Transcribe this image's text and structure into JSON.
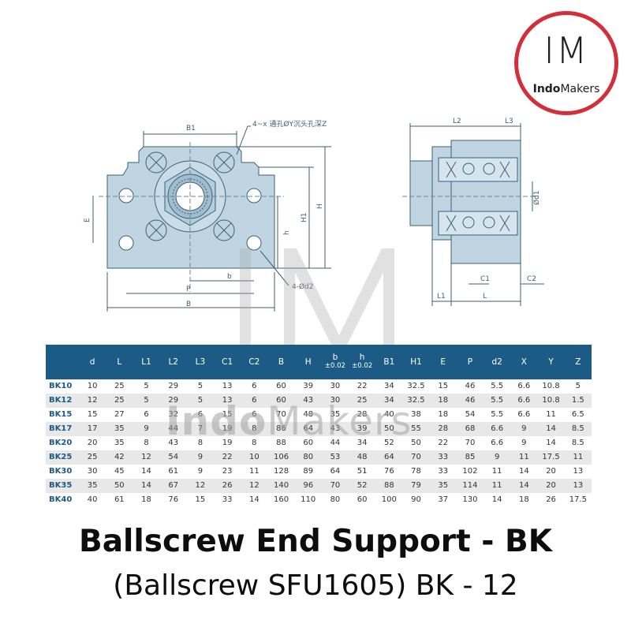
{
  "logo": {
    "mark": "IM",
    "word_bold": "Indo",
    "word_rest": "Makers"
  },
  "watermark": {
    "mark": "IM",
    "word_bold": "Indo",
    "word_rest": "Makers"
  },
  "drawing": {
    "front_labels": {
      "b1": "B1",
      "note": "4~x 通孔ØY沉头孔深Z",
      "e": "E",
      "h1": "H1",
      "h": "H",
      "h_small": "h",
      "b_small": "b",
      "p": "P",
      "b": "B",
      "d2": "4-Ød2"
    },
    "side_labels": {
      "l2": "L2",
      "l3": "L3",
      "d1": "Ød1",
      "c1": "C1",
      "c2": "C2",
      "l1": "L1",
      "l": "L"
    }
  },
  "table": {
    "headers": [
      {
        "main": "d",
        "sub": ""
      },
      {
        "main": "L",
        "sub": ""
      },
      {
        "main": "L1",
        "sub": ""
      },
      {
        "main": "L2",
        "sub": ""
      },
      {
        "main": "L3",
        "sub": ""
      },
      {
        "main": "C1",
        "sub": ""
      },
      {
        "main": "C2",
        "sub": ""
      },
      {
        "main": "B",
        "sub": ""
      },
      {
        "main": "H",
        "sub": ""
      },
      {
        "main": "b",
        "sub": "±0.02"
      },
      {
        "main": "h",
        "sub": "±0.02"
      },
      {
        "main": "B1",
        "sub": ""
      },
      {
        "main": "H1",
        "sub": ""
      },
      {
        "main": "E",
        "sub": ""
      },
      {
        "main": "P",
        "sub": ""
      },
      {
        "main": "d2",
        "sub": ""
      },
      {
        "main": "X",
        "sub": ""
      },
      {
        "main": "Y",
        "sub": ""
      },
      {
        "main": "Z",
        "sub": ""
      }
    ],
    "rows": [
      [
        "BK10",
        "10",
        "25",
        "5",
        "29",
        "5",
        "13",
        "6",
        "60",
        "39",
        "30",
        "22",
        "34",
        "32.5",
        "15",
        "46",
        "5.5",
        "6.6",
        "10.8",
        "5"
      ],
      [
        "BK12",
        "12",
        "25",
        "5",
        "29",
        "5",
        "13",
        "6",
        "60",
        "43",
        "30",
        "25",
        "34",
        "32.5",
        "18",
        "46",
        "5.5",
        "6.6",
        "10.8",
        "1.5"
      ],
      [
        "BK15",
        "15",
        "27",
        "6",
        "32",
        "6",
        "15",
        "6",
        "70",
        "48",
        "35",
        "28",
        "40",
        "38",
        "18",
        "54",
        "5.5",
        "6.6",
        "11",
        "6.5"
      ],
      [
        "BK17",
        "17",
        "35",
        "9",
        "44",
        "7",
        "19",
        "8",
        "86",
        "64",
        "43",
        "39",
        "50",
        "55",
        "28",
        "68",
        "6.6",
        "9",
        "14",
        "8.5"
      ],
      [
        "BK20",
        "20",
        "35",
        "8",
        "43",
        "8",
        "19",
        "8",
        "88",
        "60",
        "44",
        "34",
        "52",
        "50",
        "22",
        "70",
        "6.6",
        "9",
        "14",
        "8.5"
      ],
      [
        "BK25",
        "25",
        "42",
        "12",
        "54",
        "9",
        "22",
        "10",
        "106",
        "80",
        "53",
        "48",
        "64",
        "70",
        "33",
        "85",
        "9",
        "11",
        "17.5",
        "11"
      ],
      [
        "BK30",
        "30",
        "45",
        "14",
        "61",
        "9",
        "23",
        "11",
        "128",
        "89",
        "64",
        "51",
        "76",
        "78",
        "33",
        "102",
        "11",
        "14",
        "20",
        "13"
      ],
      [
        "BK35",
        "35",
        "50",
        "14",
        "67",
        "12",
        "26",
        "12",
        "140",
        "96",
        "70",
        "52",
        "88",
        "79",
        "35",
        "114",
        "11",
        "14",
        "20",
        "13"
      ],
      [
        "BK40",
        "40",
        "61",
        "18",
        "76",
        "15",
        "33",
        "14",
        "160",
        "110",
        "80",
        "60",
        "100",
        "90",
        "37",
        "130",
        "14",
        "18",
        "26",
        "17.5"
      ]
    ]
  },
  "title": "Ballscrew End Support - BK",
  "subtitle": "(Ballscrew SFU1605) BK - 12",
  "colors": {
    "header_bg": "#1c5b86",
    "part_fill": "#bfd5e2",
    "logo_ring": "#d32f3a"
  }
}
